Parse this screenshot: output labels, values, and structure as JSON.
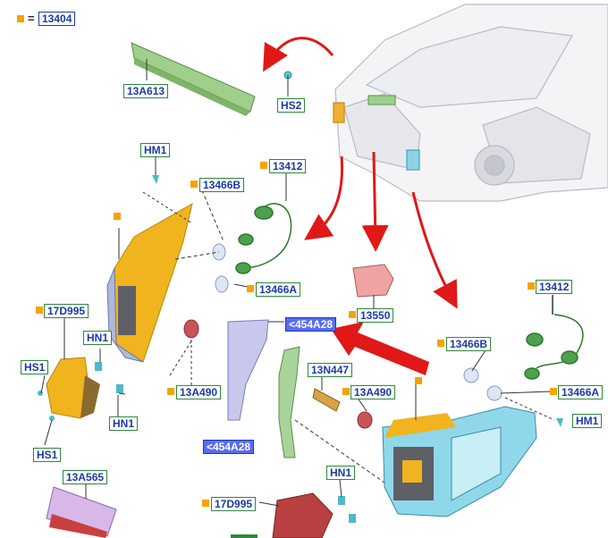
{
  "legend": {
    "equals": "=",
    "code": "13404"
  },
  "labels": {
    "l_13A613": "13A613",
    "l_HS2": "HS2",
    "l_HM1_top": "HM1",
    "l_13412_top": "13412",
    "l_13466B_top": "13466B",
    "l_13466A_top": "13466A",
    "l_17D995_left": "17D995",
    "l_HN1_a": "HN1",
    "l_HS1_a": "HS1",
    "l_13A490_left": "13A490",
    "l_HN1_b": "HN1",
    "l_HS1_b": "HS1",
    "l_13550": "13550",
    "l_454A28_top": "<454A28",
    "l_13N447": "13N447",
    "l_13A490_right": "13A490",
    "l_454A28_bottom": "<454A28",
    "l_13466B_right": "13466B",
    "l_13412_right": "13412",
    "l_13466A_right": "13466A",
    "l_HM1_right": "HM1",
    "l_13A565": "13A565",
    "l_HN1_c": "HN1",
    "l_17D995_bottom": "17D995"
  },
  "colors": {
    "label_text": "#1d3aa8",
    "label_border_green": "#2c8a3a",
    "label_border_blue": "#1d3aa8",
    "highlight_fill": "#5a6cf0",
    "marker": "#f5a300",
    "arrow_red": "#e01818"
  }
}
